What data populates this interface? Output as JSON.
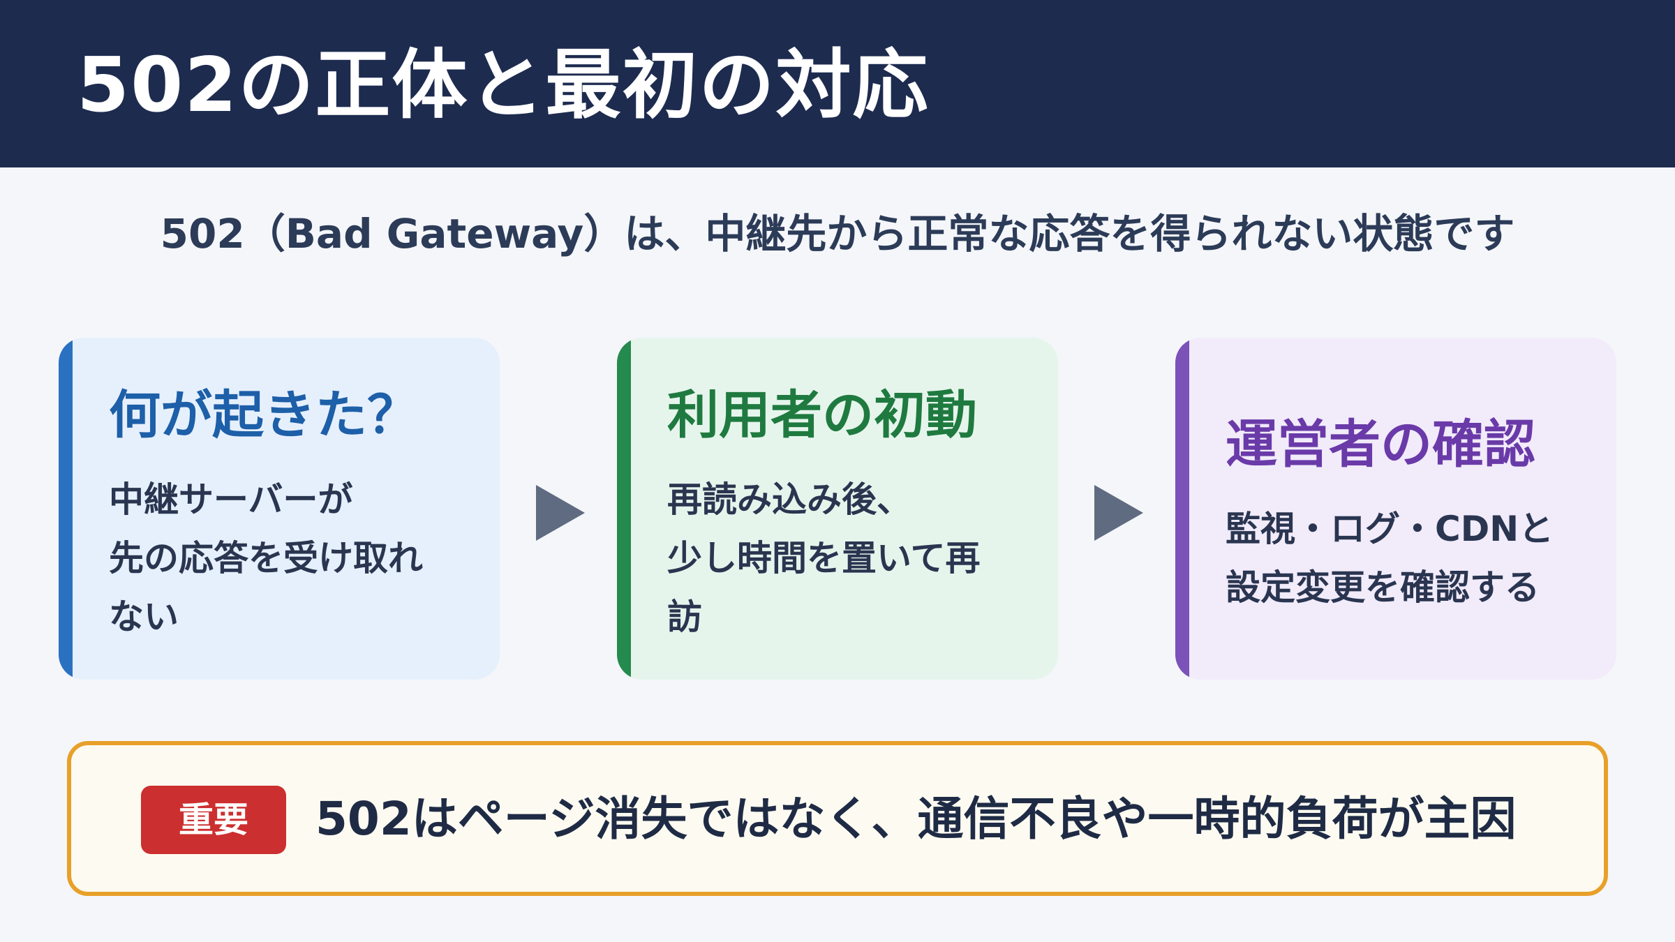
{
  "header": {
    "title": "502の正体と最初の対応"
  },
  "subtitle": "502（Bad Gateway）は、中継先から正常な応答を得られない状態です",
  "cards": [
    {
      "title": "何が起きた？",
      "lines": [
        "中継サーバーが",
        "先の応答を受け取れ",
        "ない"
      ],
      "accent": "#2a71c2"
    },
    {
      "title": "利用者の初動",
      "lines": [
        "再読み込み後、",
        "少し時間を置いて再",
        "訪"
      ],
      "accent": "#248a4e"
    },
    {
      "title": "運営者の確認",
      "lines": [
        "監視・ログ・CDNと",
        "設定変更を確認する"
      ],
      "accent": "#7a52b8"
    }
  ],
  "callout": {
    "badge": "重要",
    "text": "502はページ消失ではなく、通信不良や一時的負荷が主因",
    "badge_color": "#cc2f2f",
    "border_color": "#e8a02a"
  },
  "icons": {
    "step_arrow": "right-triangle-icon"
  }
}
